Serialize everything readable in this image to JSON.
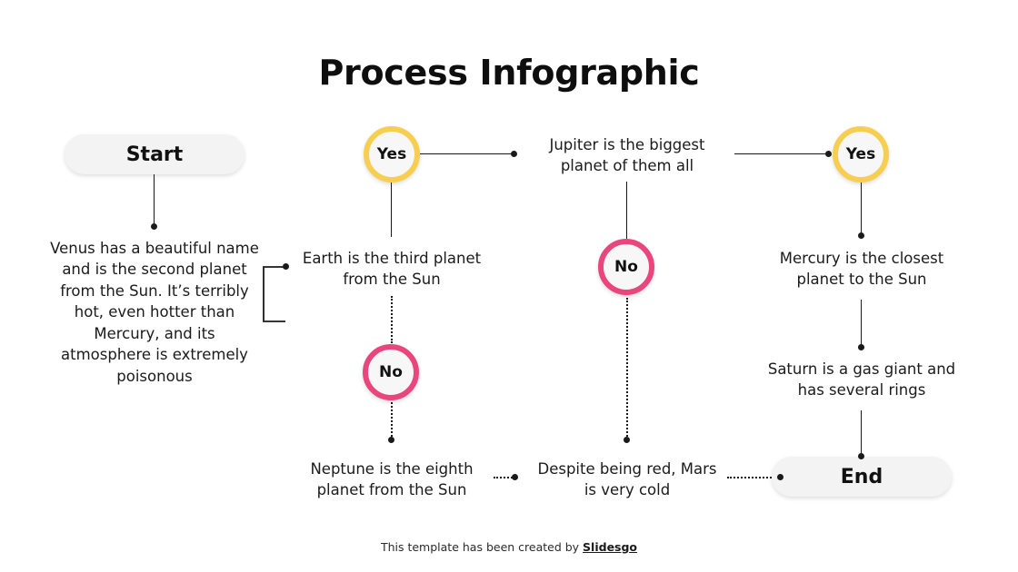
{
  "page": {
    "title": "Process Infographic",
    "background_color": "#ffffff"
  },
  "colors": {
    "yes_ring": "#f6cf52",
    "no_ring": "#e8467c",
    "pill_background": "#f3f3f3",
    "line": "#1a1a1a",
    "text": "#1b1b1b"
  },
  "nodes": {
    "start_pill": "Start",
    "end_pill": "End",
    "venus": "Venus has a beautiful name and is the second planet from the Sun. It’s terribly hot, even hotter than Mercury, and its atmosphere is extremely poisonous",
    "earth": "Earth is the third planet from the Sun",
    "neptune": "Neptune is the eighth planet from the Sun",
    "jupiter": "Jupiter is the biggest planet of them all",
    "mars": "Despite being red, Mars is very cold",
    "mercury": "Mercury is the closest planet to the Sun",
    "saturn": "Saturn is a gas giant and has several rings"
  },
  "decisions": {
    "yes_left": "Yes",
    "no_left": "No",
    "no_middle": "No",
    "yes_right": "Yes"
  },
  "footer": {
    "text": "This template has been created by ",
    "brand": "Slidesgo"
  }
}
